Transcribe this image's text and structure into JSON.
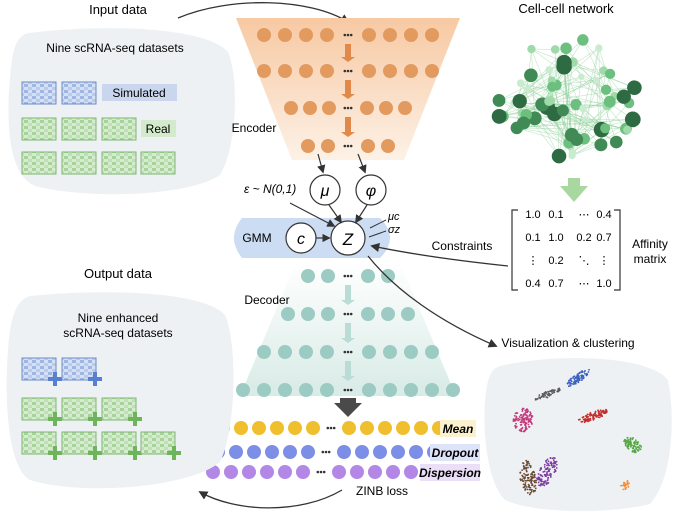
{
  "input": {
    "title": "Input data",
    "subtitle": "Nine scRNA-seq datasets",
    "simulated_label": "Simulated",
    "real_label": "Real"
  },
  "output": {
    "title": "Output data",
    "subtitle_line1": "Nine enhanced",
    "subtitle_line2": "scRNA-seq datasets"
  },
  "encoder": {
    "label": "Encoder"
  },
  "decoder": {
    "label": "Decoder"
  },
  "latent": {
    "mu": "μ",
    "phi": "φ",
    "epsilon": "ε ~ N(0,1)",
    "c": "c",
    "z": "Z",
    "gmm": "GMM",
    "mu_c": "μc",
    "sigma_z": "σz"
  },
  "network": {
    "title": "Cell-cell network"
  },
  "affinity": {
    "title_line1": "Affinity",
    "title_line2": "matrix",
    "rows": [
      [
        "1.0",
        "0.1",
        "⋯",
        "0.4"
      ],
      [
        "0.1",
        "1.0",
        "0.2",
        "0.7"
      ],
      [
        "⋮",
        "0.2",
        "⋱",
        "⋮"
      ],
      [
        "0.4",
        "0.7",
        "⋯",
        "1.0"
      ]
    ]
  },
  "constraints_label": "Constraints",
  "visualization_label": "Visualization & clustering",
  "outputs": {
    "mean": "Mean",
    "dropout": "Dropout",
    "dispersion": "Dispersion",
    "loss": "ZINB loss"
  },
  "colors": {
    "encoder_node": "#e39a5e",
    "encoder_bg": "#fbe3cf",
    "decoder_node": "#9ccbc3",
    "decoder_bg": "#e3f0ec",
    "mean_node": "#f0bf2e",
    "dropout_node": "#7d8ee6",
    "dispersion_node": "#b287e6",
    "panel_bg": "#eef2f4",
    "gmm_bg": "#c9d9f1",
    "network_green": "#3f8a55"
  }
}
